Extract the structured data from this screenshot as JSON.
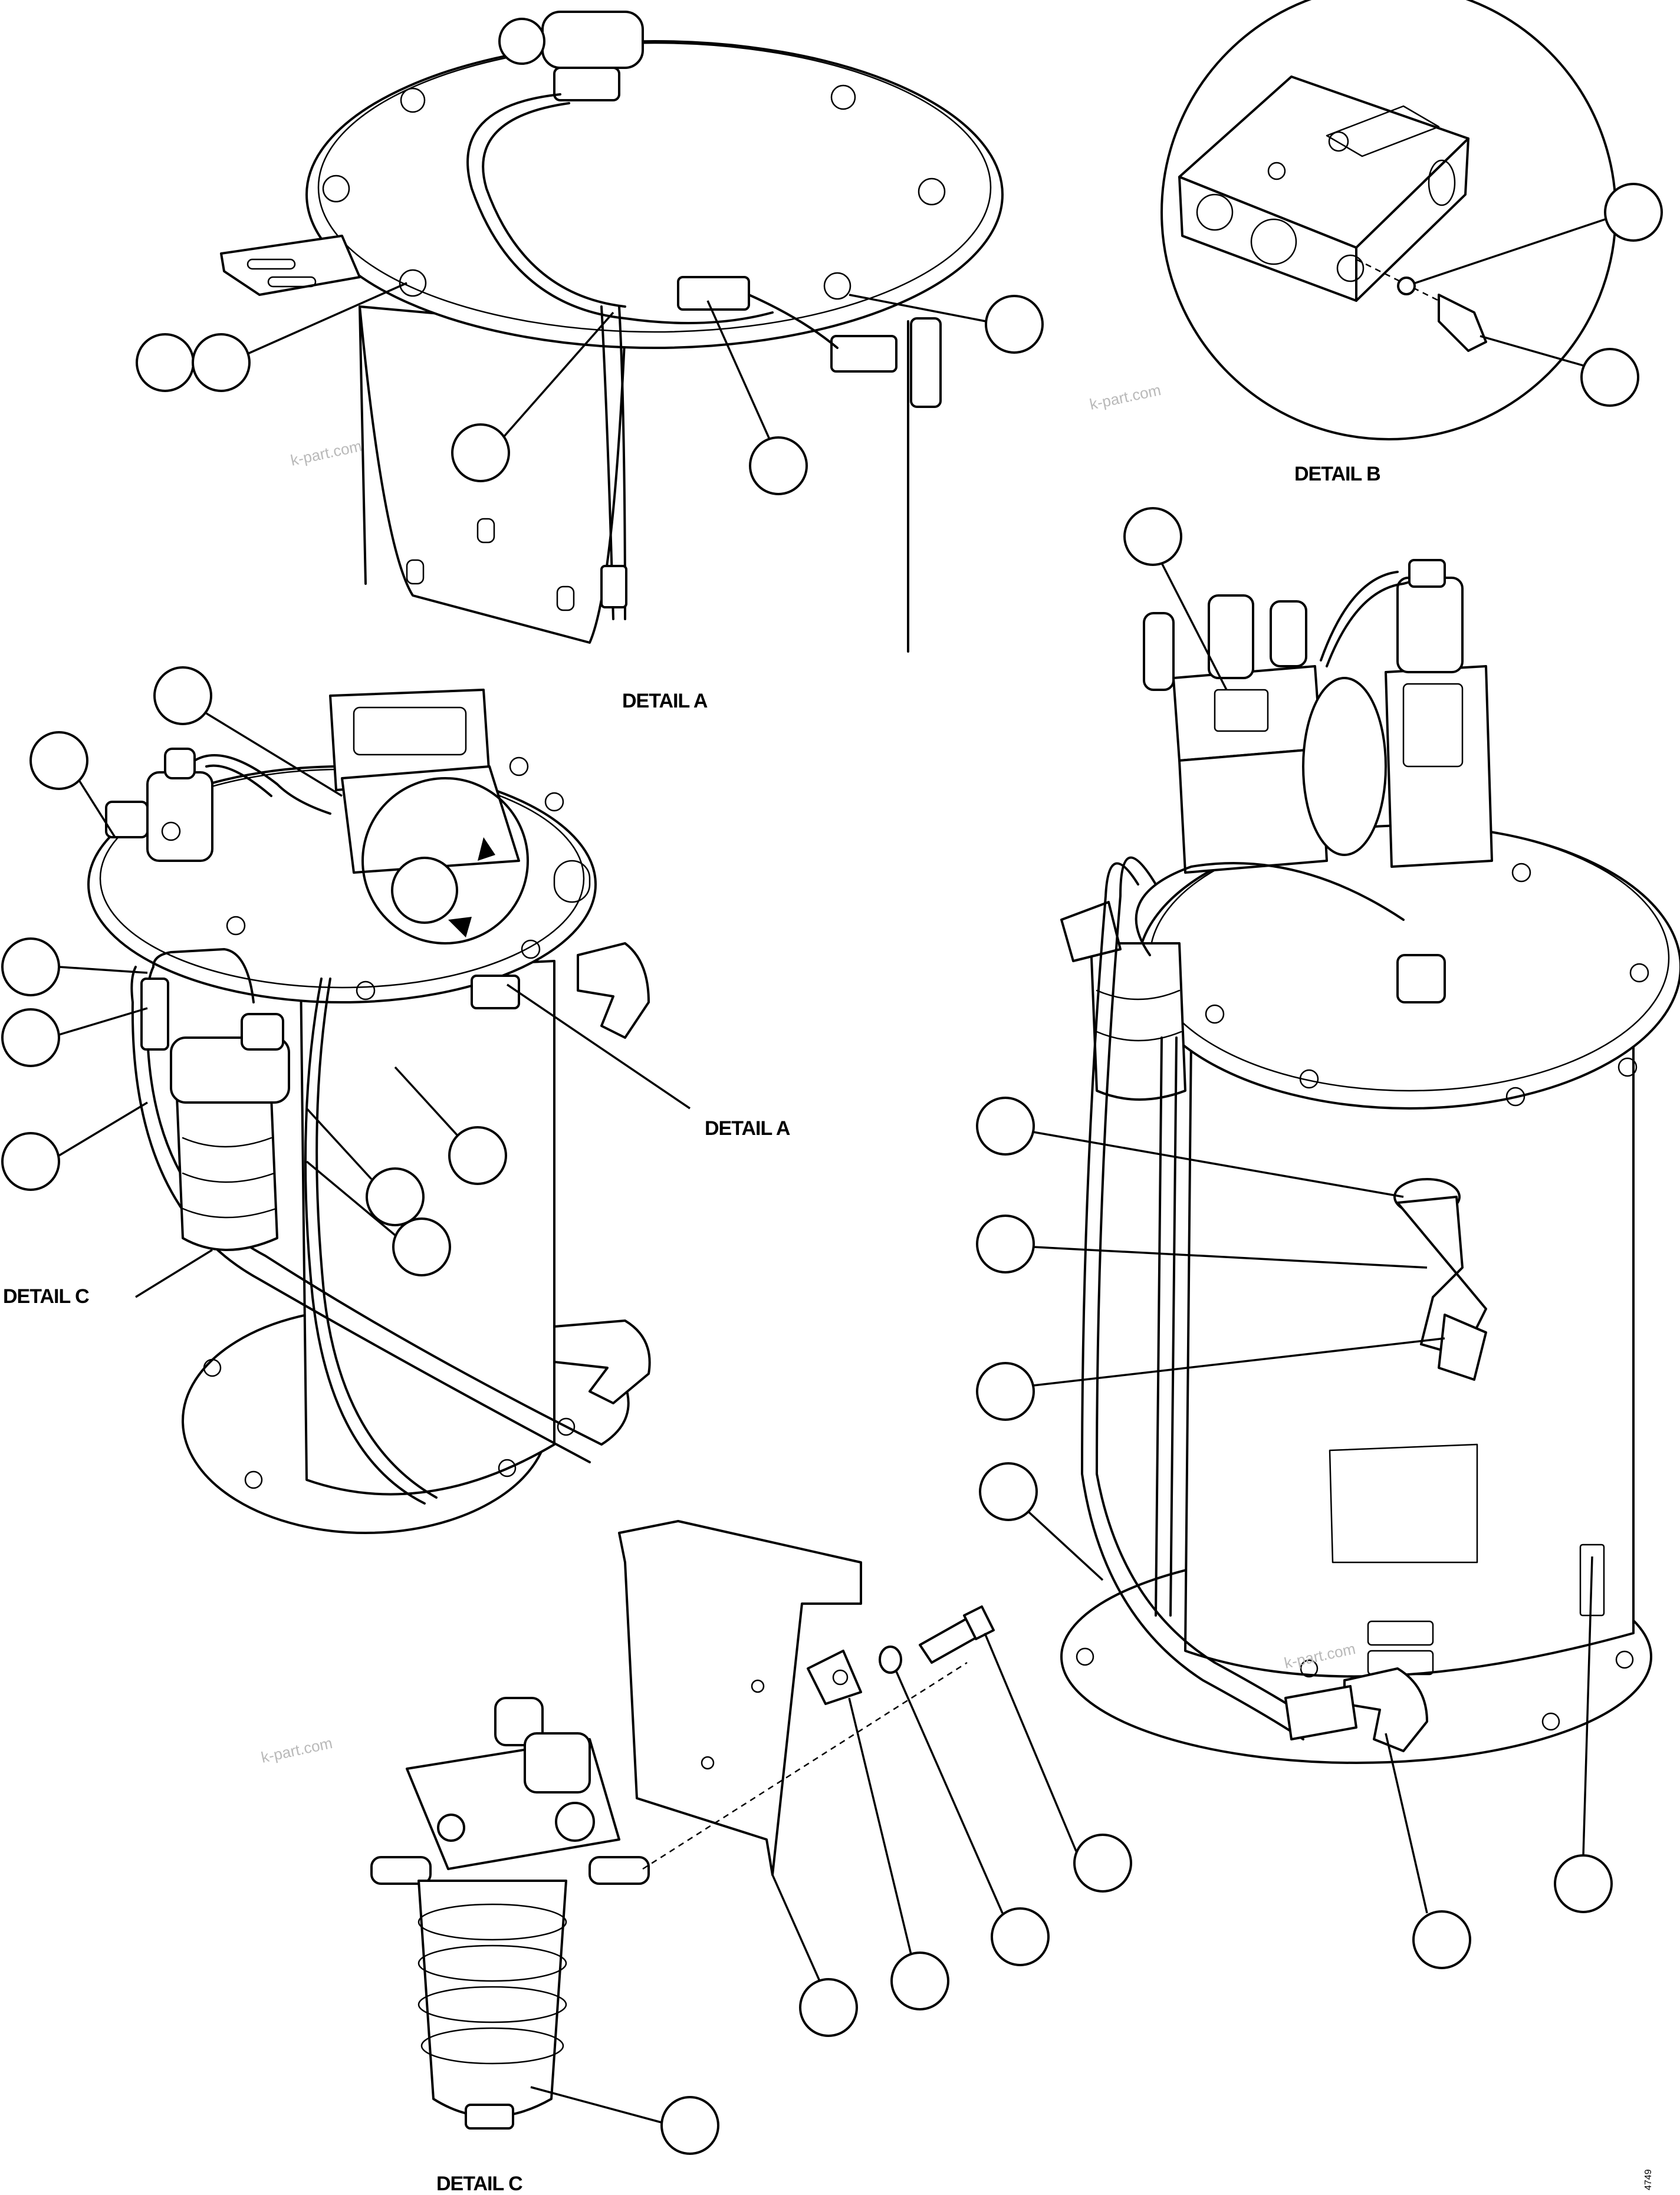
{
  "labels": {
    "detail_a_top": "DETAIL A",
    "detail_b": "DETAIL B",
    "detail_a_callout": "DETAIL A",
    "detail_c_callout": "DETAIL C",
    "detail_c_bottom": "DETAIL C"
  },
  "watermark": "k-part.com",
  "drawing_code": "4749"
}
